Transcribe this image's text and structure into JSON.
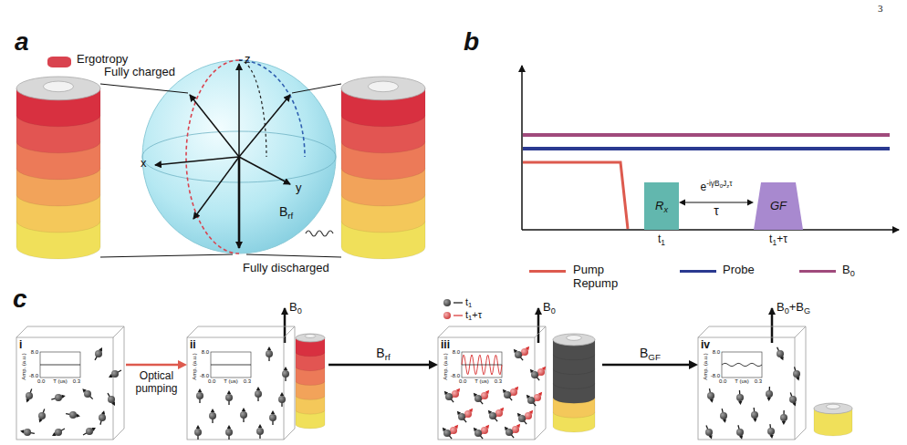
{
  "diagram": {
    "nodes": [
      {
        "text": [
          "Rx"
        ]
      },
      {
        "text": [
          "GF"
        ]
      },
      {
        "text": [
          "i"
        ]
      },
      {
        "text": [
          "ii"
        ]
      },
      {
        "text": [
          "iii"
        ]
      },
      {
        "text": [
          "iv"
        ]
      }
    ],
    "edges": [
      {
        "from": 0,
        "to": 1,
        "arrow": "both",
        "label": "τ"
      },
      {
        "from": 2,
        "to": 3,
        "arrow": "to",
        "label": "Optical pumping"
      },
      {
        "from": 3,
        "to": 4,
        "arrow": "to",
        "label": "Brf"
      },
      {
        "from": 4,
        "to": 5,
        "arrow": "to",
        "label": "BGF"
      }
    ],
    "labels": [
      "3",
      "a",
      "Fully charged",
      "Fully discharged",
      "z",
      "x",
      "y",
      "Brf",
      "b",
      "e-iγB0Jzτ",
      "t1",
      "t1+τ",
      "c",
      "B0",
      "B0",
      "t1",
      "t1+τ",
      "B0+BG",
      "Amp. (a.u.)",
      "8.0",
      "-8.0",
      "0.0",
      "0.3",
      "T (us)",
      "Amp. (a.u.)",
      "8.0",
      "-8.0",
      "0.0",
      "0.3",
      "T (us)",
      "Amp. (a.u.)",
      "8.0",
      "-8.0",
      "0.0",
      "0.3",
      "T (us)",
      "Amp. (a.u.)",
      "8.0",
      "-8.0",
      "0.0",
      "0.3",
      "T (us)"
    ],
    "legend": [
      {
        "text": "Ergotropy",
        "color": "#d9434f"
      },
      {
        "text": "Pump Repump",
        "color": "#dd5a4e"
      },
      {
        "text": "Probe",
        "color": "#2a3990"
      },
      {
        "text": "B0",
        "color": "#a04a7c"
      }
    ]
  }
}
